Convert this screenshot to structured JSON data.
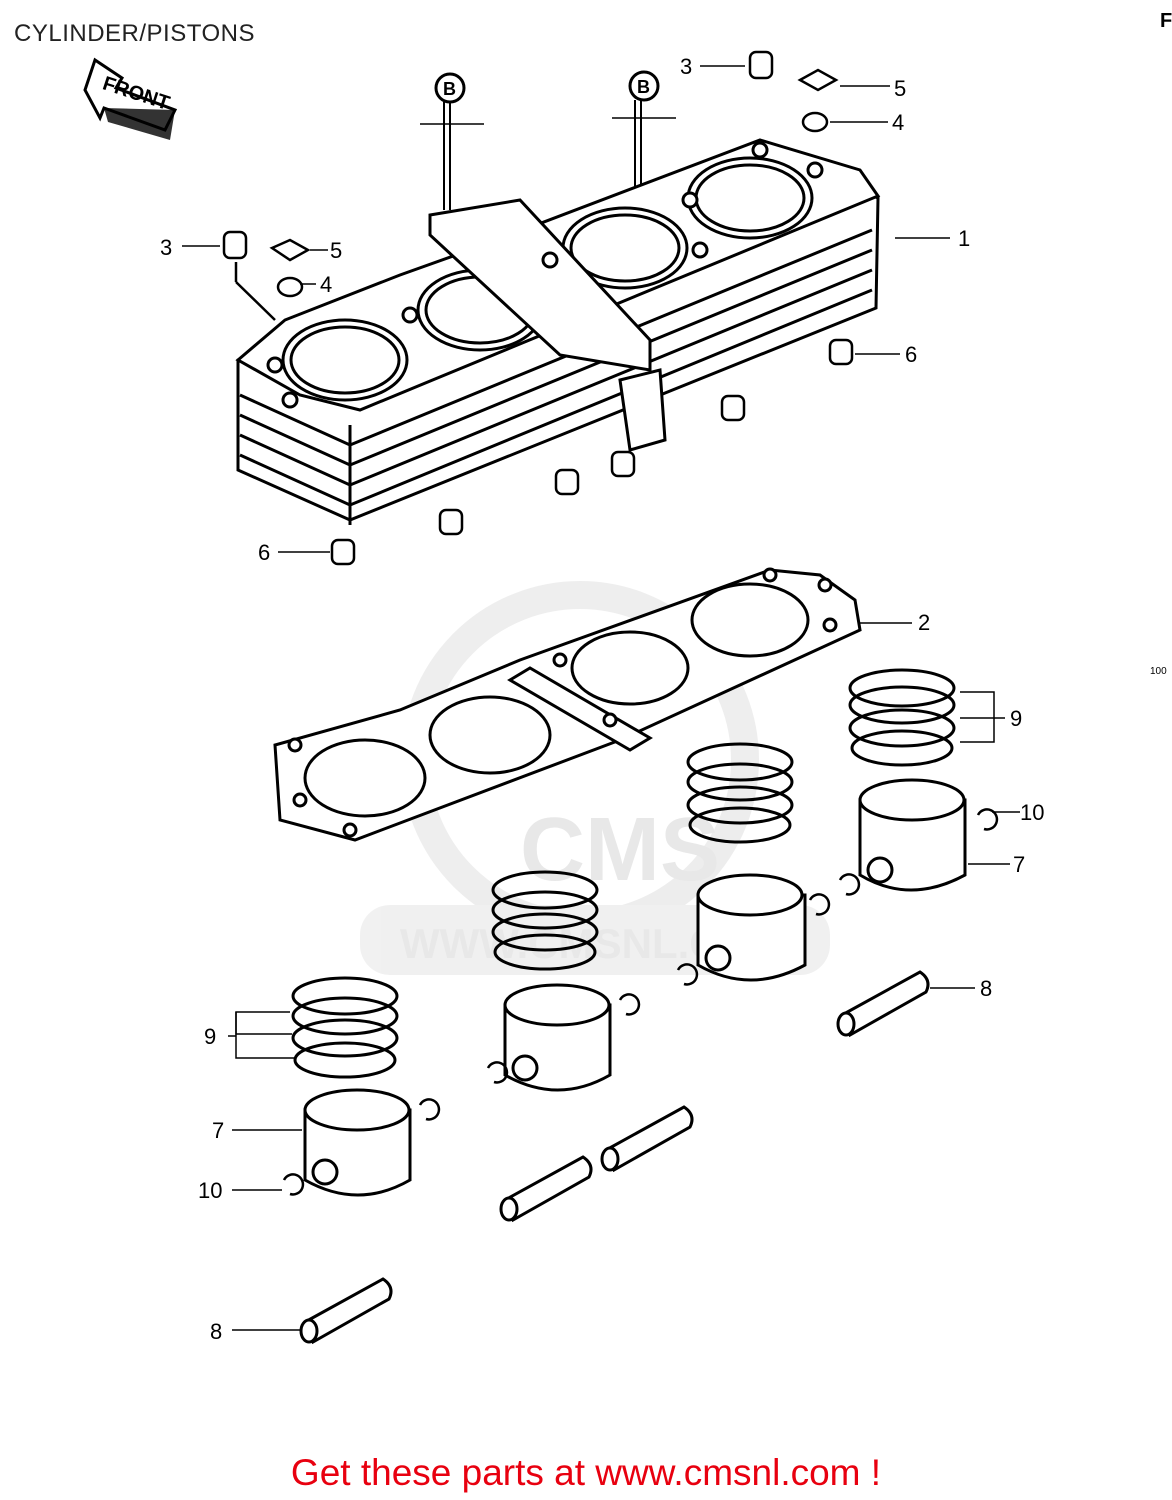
{
  "diagram": {
    "title": "CYLINDER/PISTONS",
    "corner_code": "100",
    "corner_letter": "F",
    "front_label": "FRONT",
    "reference_marker": "B",
    "watermark": {
      "text": "CMS",
      "url": "WWW.CMSNL.COM"
    },
    "callouts": [
      "1",
      "2",
      "3",
      "3",
      "4",
      "4",
      "5",
      "5",
      "6",
      "6",
      "7",
      "7",
      "8",
      "8",
      "9",
      "9",
      "10",
      "10"
    ],
    "footer": "Get these parts at www.cmsnl.com !"
  }
}
